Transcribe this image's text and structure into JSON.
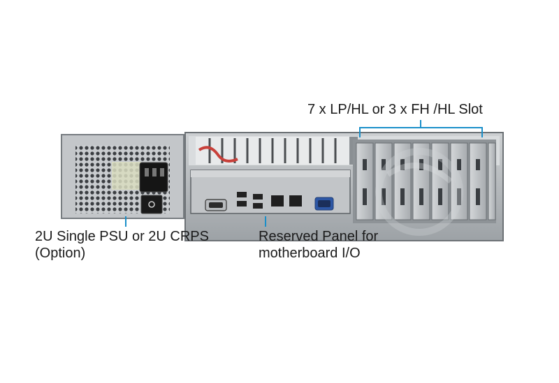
{
  "annotations": {
    "slots": "7 x LP/HL or 3 x FH /HL Slot",
    "psu_line1": "2U Single PSU or 2U CRPS",
    "psu_line2": "(Option)",
    "io_line1": "Reserved Panel for",
    "io_line2": "motherboard I/O"
  },
  "colors": {
    "callout": "#1a8fc9",
    "chassis": "#b8bcbf",
    "chassis_dark": "#6d7276"
  },
  "icons": [
    "power-inlet-icon",
    "power-switch-icon",
    "serial-port-icon",
    "usb-port-icon",
    "rj45-port-icon",
    "vga-port-icon"
  ]
}
